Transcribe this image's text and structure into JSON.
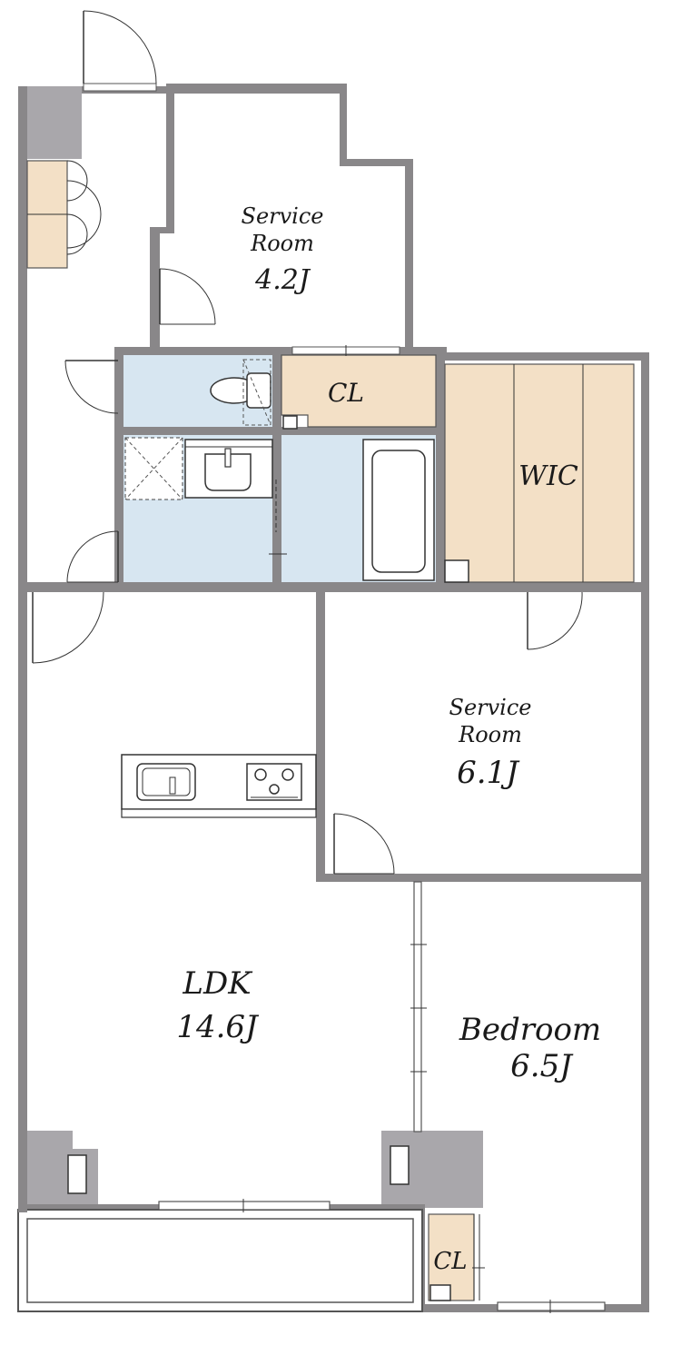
{
  "plan": {
    "rooms": {
      "service_room_1": {
        "line1": "Service",
        "line2": "Room",
        "size": "4.2J"
      },
      "closet_1": {
        "label": "CL"
      },
      "wic": {
        "label": "WIC"
      },
      "service_room_2": {
        "line1": "Service",
        "line2": "Room",
        "size": "6.1J"
      },
      "ldk": {
        "label": "LDK",
        "size": "14.6J"
      },
      "bedroom": {
        "label": "Bedroom",
        "size": "6.5J"
      },
      "closet_2": {
        "label": "CL"
      }
    },
    "colors": {
      "wall": "#898789",
      "structure": "#a9a7ab",
      "wet_area": "#d7e6f1",
      "storage": "#f3e0c6"
    }
  }
}
